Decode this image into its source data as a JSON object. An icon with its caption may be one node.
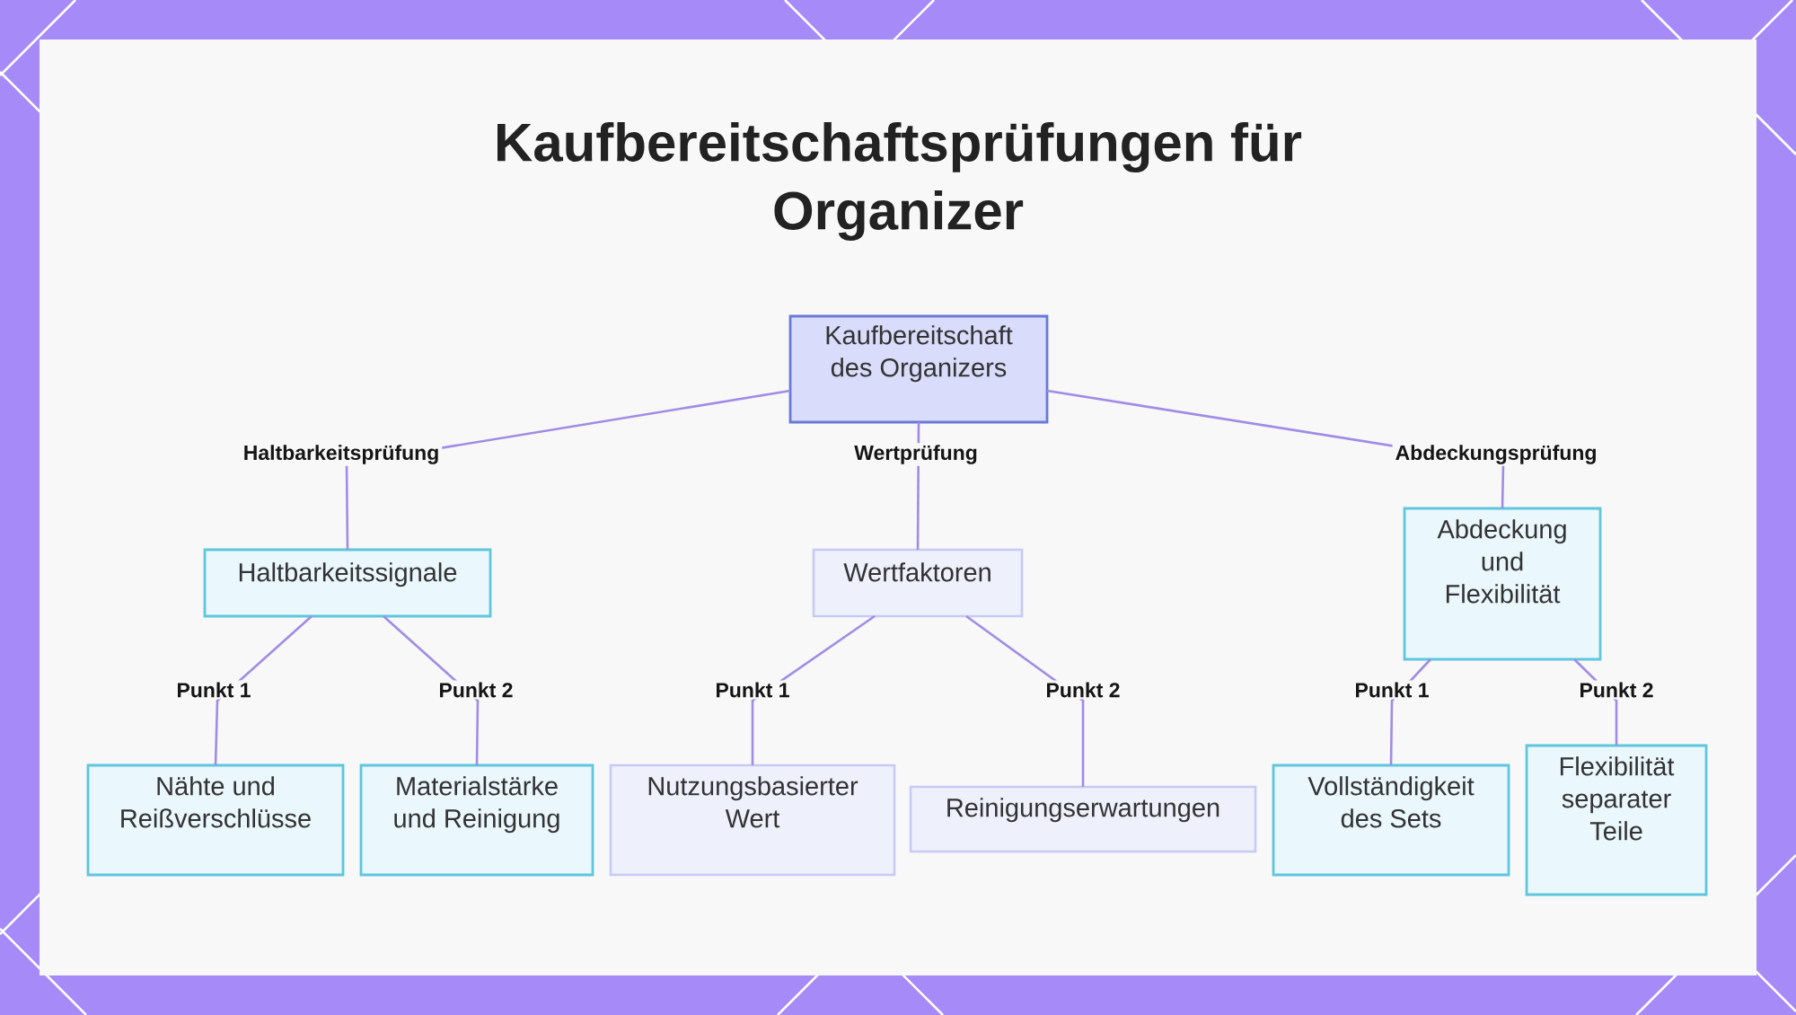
{
  "diagram": {
    "title": "Kaufbereitschaftsprüfungen für Organizer",
    "nodes": [
      {
        "text": [
          "Kaufbereitschaft des Organizers"
        ]
      },
      {
        "text": [
          "Haltbarkeitssignale"
        ]
      },
      {
        "text": [
          "Wertfaktoren"
        ]
      },
      {
        "text": [
          "Abdeckung und Flexibilität"
        ]
      },
      {
        "text": [
          "Nähte und Reißverschlüsse"
        ]
      },
      {
        "text": [
          "Materialstärke und Reinigung"
        ]
      },
      {
        "text": [
          "Nutzungsbasierter Wert"
        ]
      },
      {
        "text": [
          "Reinigungserwartungen"
        ]
      },
      {
        "text": [
          "Vollständigkeit des Sets"
        ]
      },
      {
        "text": [
          "Flexibilität separater Teile"
        ]
      }
    ],
    "edges": [
      {
        "from": 0,
        "to": 1,
        "arrow": "none",
        "label": "Haltbarkeitsprüfung"
      },
      {
        "from": 0,
        "to": 2,
        "arrow": "none",
        "label": "Wertprüfung"
      },
      {
        "from": 0,
        "to": 3,
        "arrow": "none",
        "label": "Abdeckungsprüfung"
      },
      {
        "from": 1,
        "to": 4,
        "arrow": "none",
        "label": "Punkt 1"
      },
      {
        "from": 1,
        "to": 5,
        "arrow": "none",
        "label": "Punkt 2"
      },
      {
        "from": 2,
        "to": 6,
        "arrow": "none",
        "label": "Punkt 1"
      },
      {
        "from": 2,
        "to": 7,
        "arrow": "none",
        "label": "Punkt 2"
      },
      {
        "from": 3,
        "to": 8,
        "arrow": "none",
        "label": "Punkt 1"
      },
      {
        "from": 3,
        "to": 9,
        "arrow": "none",
        "label": "Punkt 2"
      }
    ]
  }
}
